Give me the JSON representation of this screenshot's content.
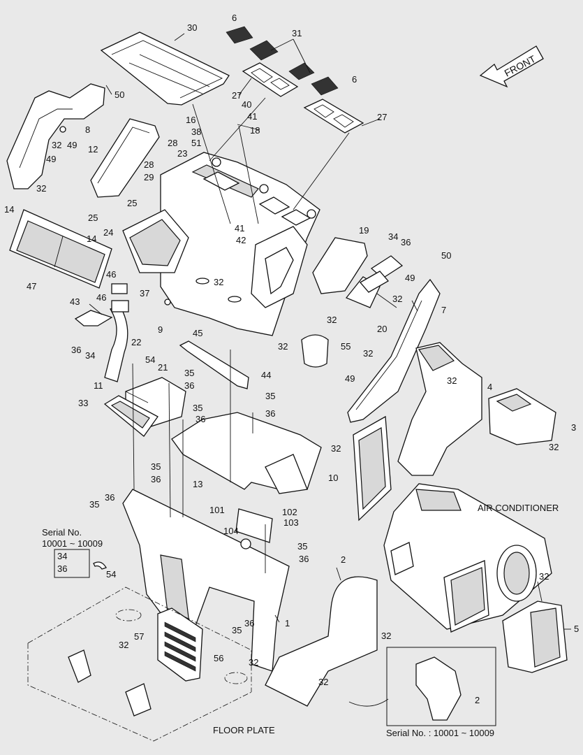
{
  "diagram": {
    "part_numbers": [
      {
        "id": "p6a",
        "label": "6"
      },
      {
        "id": "p30",
        "label": "30"
      },
      {
        "id": "p31",
        "label": "31"
      },
      {
        "id": "p6b",
        "label": "6"
      },
      {
        "id": "p50a",
        "label": "50"
      },
      {
        "id": "p27a",
        "label": "27"
      },
      {
        "id": "p40",
        "label": "40"
      },
      {
        "id": "p16",
        "label": "16"
      },
      {
        "id": "p41a",
        "label": "41"
      },
      {
        "id": "p27b",
        "label": "27"
      },
      {
        "id": "p38",
        "label": "38"
      },
      {
        "id": "p18",
        "label": "18"
      },
      {
        "id": "p8",
        "label": "8"
      },
      {
        "id": "p51",
        "label": "51"
      },
      {
        "id": "p32a",
        "label": "32"
      },
      {
        "id": "p49a",
        "label": "49"
      },
      {
        "id": "p28a",
        "label": "28"
      },
      {
        "id": "p12",
        "label": "12"
      },
      {
        "id": "p23",
        "label": "23"
      },
      {
        "id": "p28b",
        "label": "28"
      },
      {
        "id": "p49b",
        "label": "49"
      },
      {
        "id": "p29",
        "label": "29"
      },
      {
        "id": "p32b",
        "label": "32"
      },
      {
        "id": "p14a",
        "label": "14"
      },
      {
        "id": "p25a",
        "label": "25"
      },
      {
        "id": "p25b",
        "label": "25"
      },
      {
        "id": "p41b",
        "label": "41"
      },
      {
        "id": "p24",
        "label": "24"
      },
      {
        "id": "p19",
        "label": "19"
      },
      {
        "id": "p34a",
        "label": "34"
      },
      {
        "id": "p42",
        "label": "42"
      },
      {
        "id": "p14b",
        "label": "14"
      },
      {
        "id": "p36a",
        "label": "36"
      },
      {
        "id": "p50b",
        "label": "50"
      },
      {
        "id": "p46a",
        "label": "46"
      },
      {
        "id": "p47",
        "label": "47"
      },
      {
        "id": "p49c",
        "label": "49"
      },
      {
        "id": "p32c",
        "label": "32"
      },
      {
        "id": "p37",
        "label": "37"
      },
      {
        "id": "p46b",
        "label": "46"
      },
      {
        "id": "p43",
        "label": "43"
      },
      {
        "id": "p32d",
        "label": "32"
      },
      {
        "id": "p7",
        "label": "7"
      },
      {
        "id": "p9",
        "label": "9"
      },
      {
        "id": "p20",
        "label": "20"
      },
      {
        "id": "p32e",
        "label": "32"
      },
      {
        "id": "p45",
        "label": "45"
      },
      {
        "id": "p22",
        "label": "22"
      },
      {
        "id": "p36b",
        "label": "36"
      },
      {
        "id": "p32f",
        "label": "32"
      },
      {
        "id": "p55",
        "label": "55"
      },
      {
        "id": "p34b",
        "label": "34"
      },
      {
        "id": "p32g",
        "label": "32"
      },
      {
        "id": "p54a",
        "label": "54"
      },
      {
        "id": "p21",
        "label": "21"
      },
      {
        "id": "p35a",
        "label": "35"
      },
      {
        "id": "p44",
        "label": "44"
      },
      {
        "id": "p49d",
        "label": "49"
      },
      {
        "id": "p32h",
        "label": "32"
      },
      {
        "id": "p4",
        "label": "4"
      },
      {
        "id": "p36c",
        "label": "36"
      },
      {
        "id": "p11",
        "label": "11"
      },
      {
        "id": "p35b",
        "label": "35"
      },
      {
        "id": "p33",
        "label": "33"
      },
      {
        "id": "p36d",
        "label": "36"
      },
      {
        "id": "p35c",
        "label": "35"
      },
      {
        "id": "p36e",
        "label": "36"
      },
      {
        "id": "p3",
        "label": "3"
      },
      {
        "id": "p32i",
        "label": "32"
      },
      {
        "id": "p32j",
        "label": "32"
      },
      {
        "id": "p10",
        "label": "10"
      },
      {
        "id": "p35d",
        "label": "35"
      },
      {
        "id": "p36f",
        "label": "36"
      },
      {
        "id": "p13",
        "label": "13"
      },
      {
        "id": "p35e",
        "label": "35"
      },
      {
        "id": "p36g",
        "label": "36"
      },
      {
        "id": "p101",
        "label": "101"
      },
      {
        "id": "p102",
        "label": "102"
      },
      {
        "id": "p103",
        "label": "103"
      },
      {
        "id": "p104",
        "label": "104"
      },
      {
        "id": "p35f",
        "label": "35"
      },
      {
        "id": "p36h",
        "label": "36"
      },
      {
        "id": "p34c",
        "label": "34"
      },
      {
        "id": "p36i",
        "label": "36"
      },
      {
        "id": "p54b",
        "label": "54"
      },
      {
        "id": "p2a",
        "label": "2"
      },
      {
        "id": "p32k",
        "label": "32"
      },
      {
        "id": "p1",
        "label": "1"
      },
      {
        "id": "p5",
        "label": "5"
      },
      {
        "id": "p36j",
        "label": "36"
      },
      {
        "id": "p35g",
        "label": "35"
      },
      {
        "id": "p32l",
        "label": "32"
      },
      {
        "id": "p32m",
        "label": "32"
      },
      {
        "id": "p57",
        "label": "57"
      },
      {
        "id": "p56",
        "label": "56"
      },
      {
        "id": "p32n",
        "label": "32"
      },
      {
        "id": "p32o",
        "label": "32"
      },
      {
        "id": "p2b",
        "label": "2"
      }
    ],
    "captions": {
      "front": "FRONT",
      "air_conditioner": "AIR CONDITIONER",
      "floor_plate": "FLOOR PLATE",
      "serial_box_title": "Serial No.",
      "serial_box_range": "10001 ~ 10009",
      "inset_serial": "Serial No. : 10001 ~ 10009"
    }
  }
}
